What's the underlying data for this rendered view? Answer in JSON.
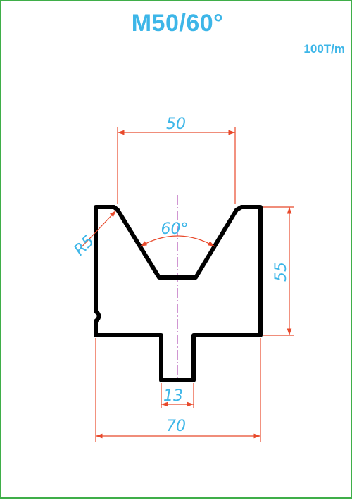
{
  "title": "M50/60°",
  "capacity": "100T/m",
  "dimensions": {
    "top_width": "50",
    "angle": "60°",
    "radius": "R5",
    "height": "55",
    "tang_width": "13",
    "base_width": "70"
  },
  "colors": {
    "frame": "#3fae49",
    "text": "#3db6e8",
    "dimension_lines": "#e8492b",
    "profile": "#000000",
    "centerline": "#b04fb5"
  }
}
